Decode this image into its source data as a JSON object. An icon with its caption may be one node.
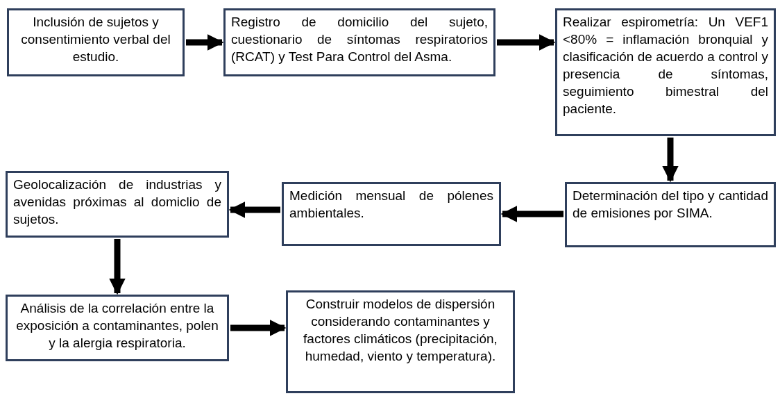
{
  "diagram": {
    "nodes": [
      {
        "text": [
          "Inclusión de sujetos y consentimiento verbal del estudio."
        ]
      },
      {
        "text": [
          "Registro de domicilio del sujeto, cuestionario de síntomas respiratorios (RCAT) y Test Para Control del Asma."
        ]
      },
      {
        "text": [
          "Realizar espirometría: Un VEF1 <80% = inflamación bronquial y clasificación de acuerdo a control y presencia de síntomas, seguimiento bimestral del paciente."
        ]
      },
      {
        "text": [
          "Determinación del tipo y cantidad de emisiones por SIMA."
        ]
      },
      {
        "text": [
          "Medición mensual de pólenes ambientales."
        ]
      },
      {
        "text": [
          "Geolocalización de industrias y avenidas próximas al domiclio de sujetos."
        ]
      },
      {
        "text": [
          "Análisis de la correlación entre la exposición a contaminantes, polen y la alergia respiratoria."
        ]
      },
      {
        "text": [
          "Construir modelos de dispersión considerando contaminantes y factores climáticos (precipitación, humedad, viento y temperatura)."
        ]
      }
    ],
    "edges": [
      {
        "from": 0,
        "to": 1,
        "arrow": "to"
      },
      {
        "from": 1,
        "to": 2,
        "arrow": "to"
      },
      {
        "from": 2,
        "to": 3,
        "arrow": "to"
      },
      {
        "from": 3,
        "to": 4,
        "arrow": "to"
      },
      {
        "from": 4,
        "to": 5,
        "arrow": "to"
      },
      {
        "from": 5,
        "to": 6,
        "arrow": "to"
      },
      {
        "from": 6,
        "to": 7,
        "arrow": "to"
      }
    ]
  }
}
